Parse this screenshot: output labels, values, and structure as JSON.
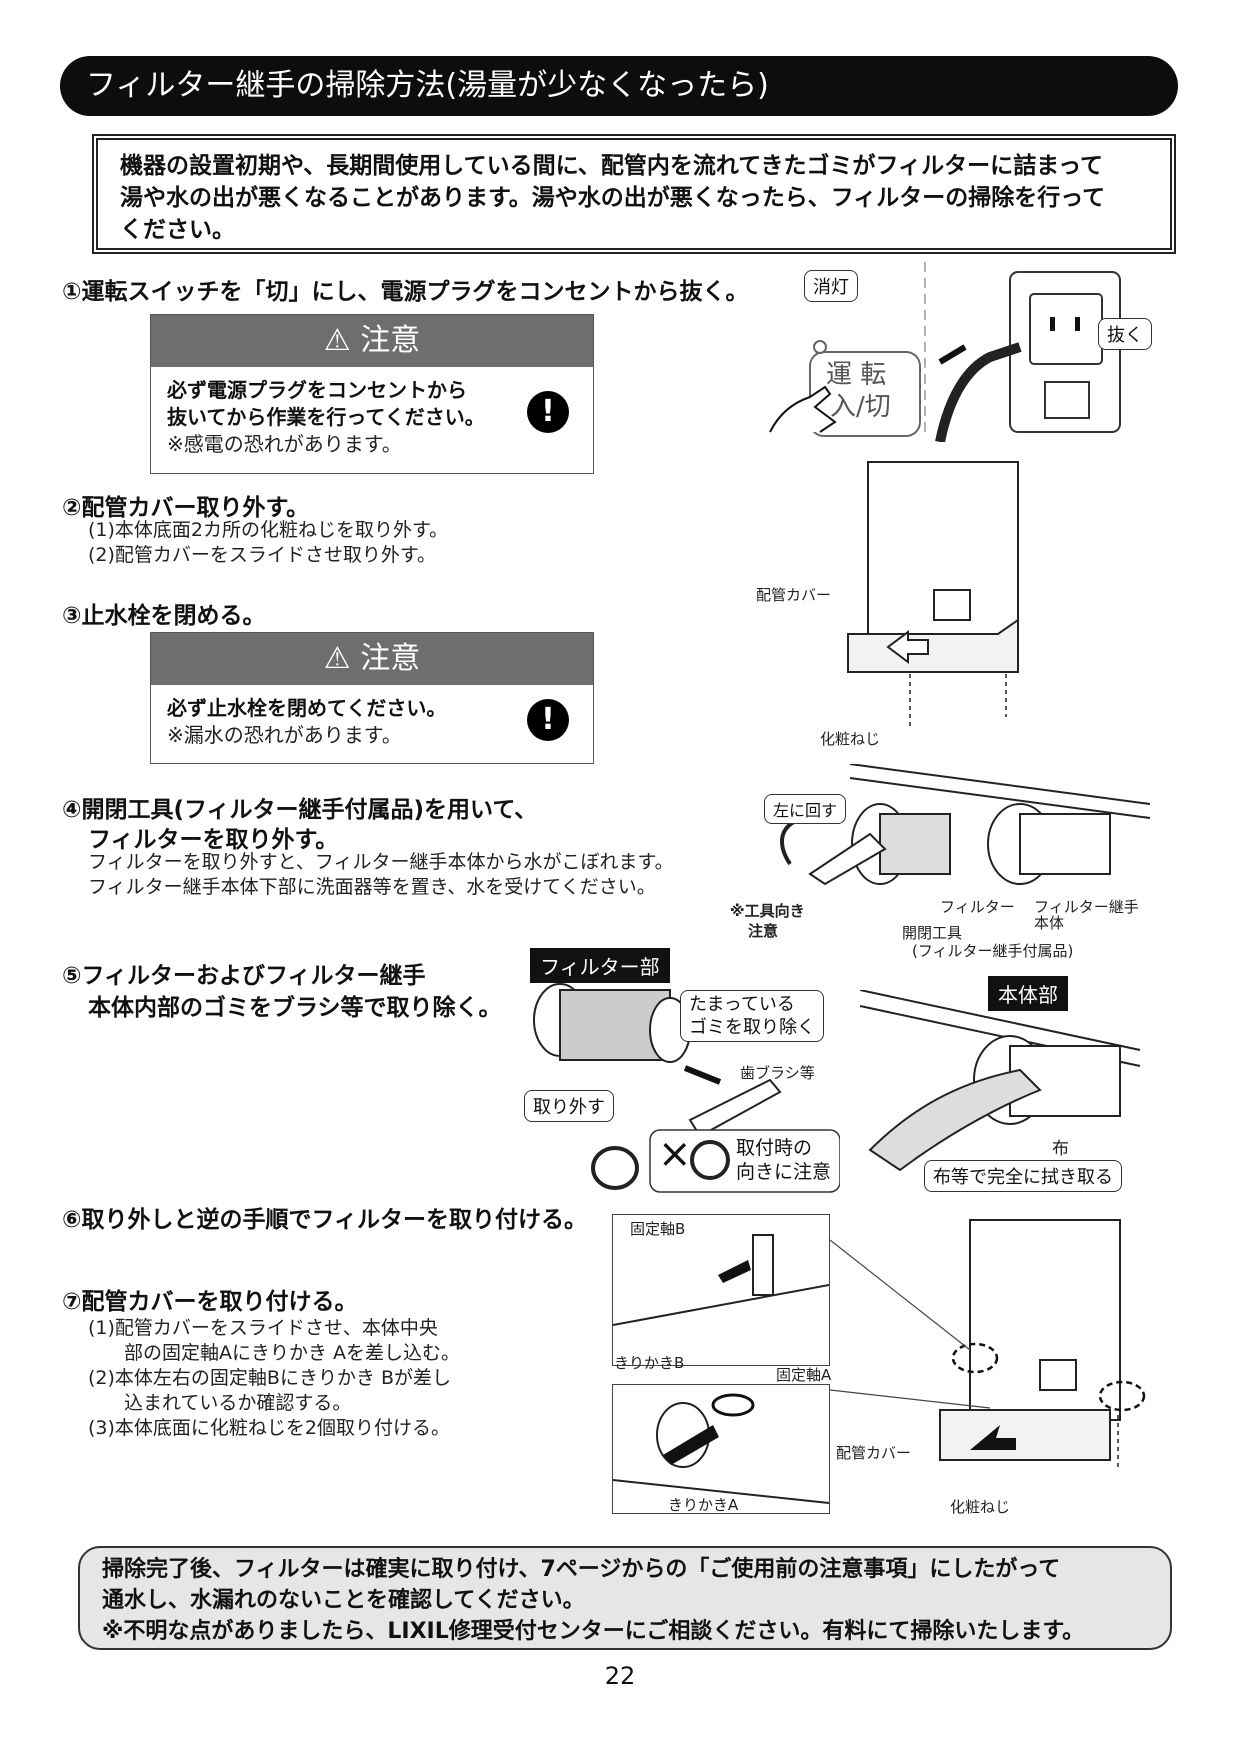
{
  "header": {
    "title": "フィルター継手の掃除方法(湯量が少なくなったら)"
  },
  "intro": {
    "lines": [
      "機器の設置初期や、長期間使用している間に、配管内を流れてきたゴミがフィルターに詰まって",
      "湯や水の出が悪くなることがあります。湯や水の出が悪くなったら、フィルターの掃除を行って",
      "ください。"
    ]
  },
  "steps": {
    "s1": {
      "title": "①運転スイッチを「切」にし、電源プラグをコンセントから抜く。"
    },
    "s2": {
      "title": "②配管カバー取り外す。",
      "items": [
        "(1)本体底面2カ所の化粧ねじを取り外す。",
        "(2)配管カバーをスライドさせ取り外す。"
      ]
    },
    "s3": {
      "title": "③止水栓を閉める。"
    },
    "s4": {
      "title_line1": "④開閉工具(フィルター継手付属品)を用いて、",
      "title_line2": "フィルターを取り外す。",
      "notes": [
        "フィルターを取り外すと、フィルター継手本体から水がこぼれます。",
        "フィルター継手本体下部に洗面器等を置き、水を受けてください。"
      ]
    },
    "s5": {
      "title_line1": "⑤フィルターおよびフィルター継手",
      "title_line2": "本体内部のゴミをブラシ等で取り除く。"
    },
    "s6": {
      "title": "⑥取り外しと逆の手順でフィルターを取り付ける。"
    },
    "s7": {
      "title": "⑦配管カバーを取り付ける。",
      "items": [
        "(1)配管カバーをスライドさせ、本体中央",
        "部の固定軸Aにきりかき Aを差し込む。",
        "(2)本体左右の固定軸Bにきりかき Bが差し",
        "込まれているか確認する。",
        "(3)本体底面に化粧ねじを2個取り付ける。"
      ]
    }
  },
  "caution1": {
    "heading": "注意",
    "line1": "必ず電源プラグをコンセントから",
    "line2": "抜いてから作業を行ってください。",
    "note": "※感電の恐れがあります。"
  },
  "caution2": {
    "heading": "注意",
    "line1": "必ず止水栓を閉めてください。",
    "note": "※漏水の恐れがあります。"
  },
  "fig1": {
    "light_off": "消灯",
    "switch_l1": "運 転",
    "switch_l2": "入/切",
    "pull": "抜く"
  },
  "fig2": {
    "pipe_cover": "配管カバー",
    "screw": "化粧ねじ"
  },
  "fig4": {
    "turn_left": "左に回す",
    "tool_note_l1": "※工具向き",
    "tool_note_l2": "注意",
    "filter": "フィルター",
    "joint_l1": "フィルター継手",
    "joint_l2": "本体",
    "tool_l1": "開閉工具",
    "tool_l2": "(フィルター継手付属品)"
  },
  "fig5": {
    "filter_part": "フィルター部",
    "remove_dust_l1": "たまっている",
    "remove_dust_l2": "ゴミを取り除く",
    "toothbrush": "歯ブラシ等",
    "take_off": "取り外す",
    "orient_l1": "取付時の",
    "orient_l2": "向きに注意",
    "cross": "×",
    "body_part": "本体部",
    "cloth": "布",
    "wipe": "布等で完全に拭き取る"
  },
  "fig7": {
    "axis_b": "固定軸B",
    "notch_b": "きりかきB",
    "axis_a": "固定軸A",
    "notch_a": "きりかきA",
    "pipe_cover": "配管カバー",
    "screw": "化粧ねじ"
  },
  "footer": {
    "line1": "掃除完了後、フィルターは確実に取り付け、7ページからの「ご使用前の注意事項」にしたがって",
    "line2": "通水し、水漏れのないことを確認してください。",
    "line3": "※不明な点がありましたら、LIXIL修理受付センターにご相談ください。有料にて掃除いたします。"
  },
  "page_number": "22"
}
